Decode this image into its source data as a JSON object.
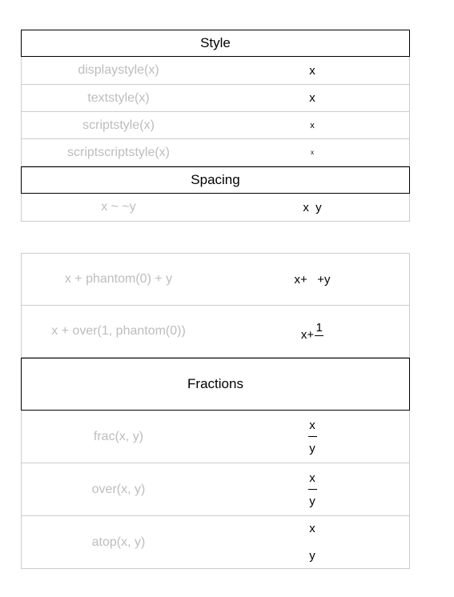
{
  "style_section": {
    "header": "Style",
    "rows": [
      {
        "expr": "displaystyle(x)",
        "render": "x"
      },
      {
        "expr": "textstyle(x)",
        "render": "x"
      },
      {
        "expr": "scriptstyle(x)",
        "render": "x"
      },
      {
        "expr": "scriptscriptstyle(x)",
        "render": "x"
      }
    ]
  },
  "spacing_section": {
    "header": "Spacing",
    "rows": [
      {
        "expr": "x ~ ~y",
        "render": "x  y"
      }
    ]
  },
  "phantom_section": {
    "rows": [
      {
        "expr": "x + phantom(0) + y",
        "render": "x+   +y"
      },
      {
        "expr": "x + over(1, phantom(0))",
        "lhs": "x+",
        "num": "1"
      }
    ]
  },
  "fractions_section": {
    "header": "Fractions",
    "rows": [
      {
        "expr": "frac(x, y)",
        "num": "x",
        "den": "y"
      },
      {
        "expr": "over(x, y)",
        "num": "x",
        "den": "y"
      },
      {
        "expr": "atop(x, y)",
        "num": "x",
        "den": "y"
      }
    ]
  }
}
